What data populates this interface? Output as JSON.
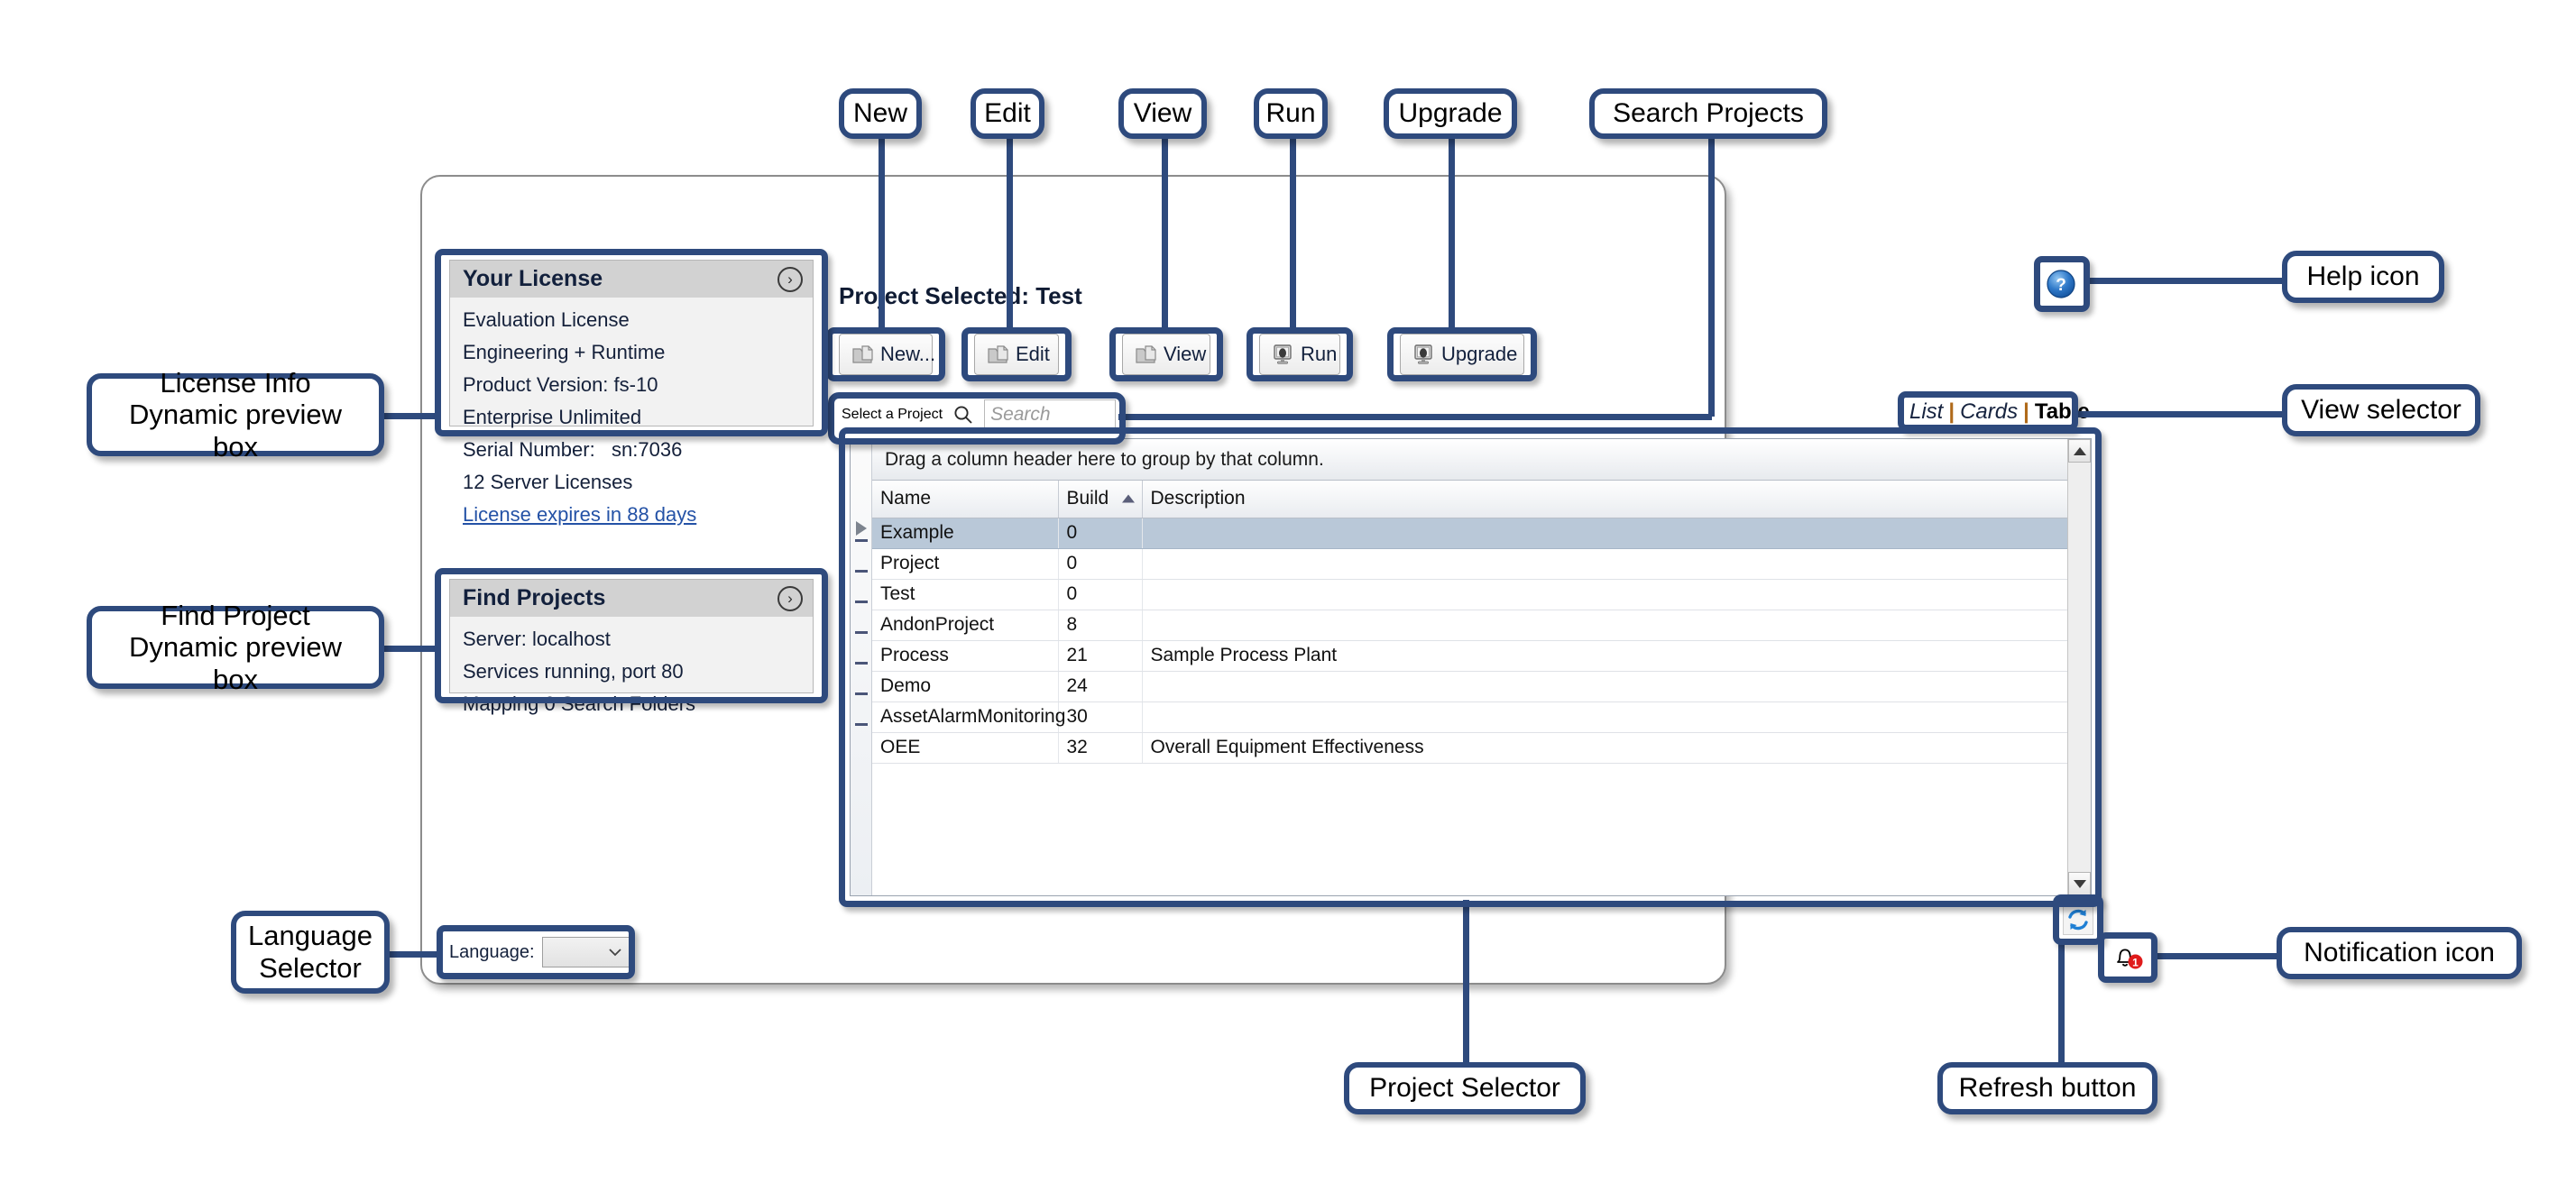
{
  "app": {
    "project_selected_label": "Project Selected: Test"
  },
  "license_panel": {
    "title": "Your License",
    "expand_icon": "chevron-right-icon",
    "rows": [
      "Evaluation License",
      "Engineering + Runtime",
      "Product Version: fs-10",
      "Enterprise Unlimited",
      "Serial Number:   sn:7036",
      "12 Server Licenses"
    ],
    "link": "License expires in 88 days"
  },
  "find_projects_panel": {
    "title": "Find Projects",
    "expand_icon": "chevron-right-icon",
    "rows": [
      "Server: localhost",
      "Services running, port 80",
      "Mapping 0 Search Folders"
    ]
  },
  "toolbar": {
    "buttons": [
      {
        "label": "New...",
        "icon": "folder-new-icon"
      },
      {
        "label": "Edit",
        "icon": "folder-edit-icon"
      },
      {
        "label": "View",
        "icon": "folder-view-icon"
      },
      {
        "label": "Run",
        "icon": "monitor-run-icon"
      },
      {
        "label": "Upgrade",
        "icon": "monitor-upgrade-icon"
      }
    ]
  },
  "search": {
    "label": "Select a Project",
    "icon": "search-icon",
    "value": "",
    "placeholder": "Search"
  },
  "view_selector": {
    "list": "List",
    "separator": "|",
    "cards": "Cards",
    "table": "Table",
    "active": "Table"
  },
  "grid": {
    "group_hint": "Drag a column header here to group by that column.",
    "columns": [
      "Name",
      "Build",
      "Description"
    ],
    "sorted_column": "Build",
    "sort_direction": "asc",
    "selected_row_index": 0,
    "rows": [
      {
        "name": "Example",
        "build": "0",
        "description": ""
      },
      {
        "name": "Project",
        "build": "0",
        "description": ""
      },
      {
        "name": "Test",
        "build": "0",
        "description": ""
      },
      {
        "name": "AndonProject",
        "build": "8",
        "description": ""
      },
      {
        "name": "Process",
        "build": "21",
        "description": "Sample Process Plant"
      },
      {
        "name": "Demo",
        "build": "24",
        "description": ""
      },
      {
        "name": "AssetAlarmMonitoring",
        "build": "30",
        "description": ""
      },
      {
        "name": "OEE",
        "build": "32",
        "description": "Overall Equipment Effectiveness"
      }
    ]
  },
  "language": {
    "label": "Language:",
    "value": ""
  },
  "icons": {
    "help": "help-question-icon",
    "refresh": "refresh-icon",
    "notification": "bell-icon",
    "notification_count": "1"
  },
  "annotations": {
    "new": "New",
    "edit": "Edit",
    "view": "View",
    "run": "Run",
    "upgrade": "Upgrade",
    "search_projects": "Search Projects",
    "help_icon": "Help icon",
    "view_selector": "View selector",
    "license_info": "License Info\nDynamic preview box",
    "find_project": "Find Project\nDynamic preview box",
    "language_selector": "Language\nSelector",
    "notification_icon": "Notification icon",
    "project_selector": "Project Selector",
    "refresh_button": "Refresh button"
  },
  "colors": {
    "annotation_border": "#2e4a7d",
    "panel_header": "#d2d2d2",
    "selected_row": "#b9c8d8",
    "link": "#2452a6",
    "badge_red": "#e01b1b"
  }
}
